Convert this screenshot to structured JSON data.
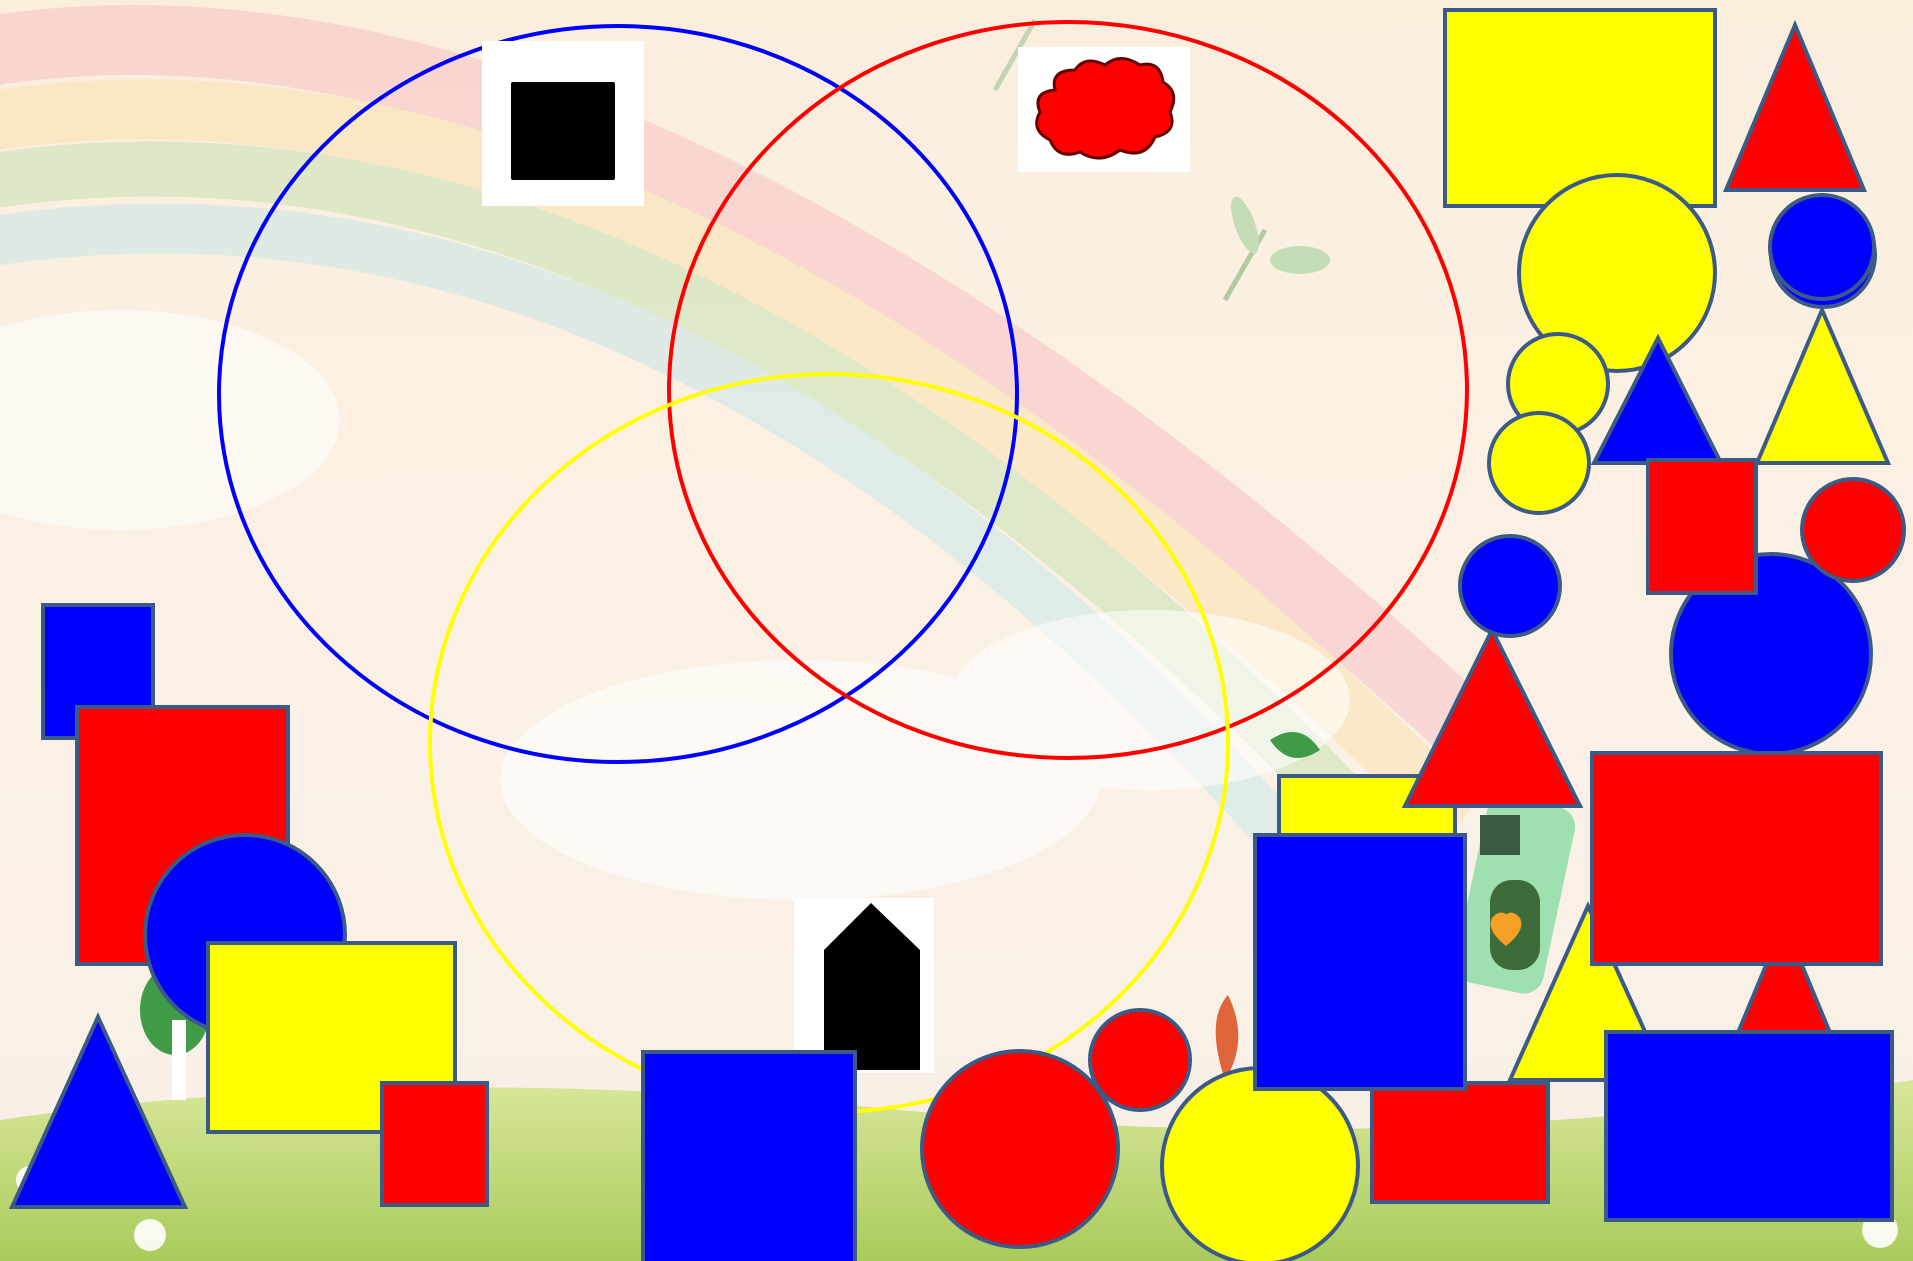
{
  "colors": {
    "blue": "#0000ff",
    "red": "#ff0000",
    "yellow": "#ffff00",
    "black": "#000000",
    "outline": "#3b5a86",
    "background_top": "#fbeedd",
    "grass": "#c8dc7a"
  },
  "venn": [
    {
      "name": "blue-circle-set",
      "color": "#0000ff",
      "label_icon": "black-square-icon"
    },
    {
      "name": "red-circle-set",
      "color": "#ff0000",
      "label_icon": "red-cloud-icon"
    },
    {
      "name": "yellow-circle-set",
      "color": "#ffff00",
      "label_icon": "black-house-pentagon-icon"
    }
  ],
  "draggable_shapes": [
    {
      "kind": "rectangle",
      "color": "blue"
    },
    {
      "kind": "rectangle",
      "color": "red"
    },
    {
      "kind": "circle",
      "color": "blue"
    },
    {
      "kind": "rectangle",
      "color": "yellow"
    },
    {
      "kind": "rectangle",
      "color": "red"
    },
    {
      "kind": "triangle",
      "color": "blue"
    },
    {
      "kind": "rectangle",
      "color": "blue"
    },
    {
      "kind": "circle",
      "color": "red"
    },
    {
      "kind": "circle",
      "color": "red"
    },
    {
      "kind": "circle",
      "color": "yellow"
    },
    {
      "kind": "rectangle",
      "color": "yellow"
    },
    {
      "kind": "rectangle",
      "color": "red"
    },
    {
      "kind": "rectangle",
      "color": "blue"
    },
    {
      "kind": "triangle",
      "color": "red"
    },
    {
      "kind": "circle",
      "color": "blue"
    },
    {
      "kind": "triangle",
      "color": "yellow"
    },
    {
      "kind": "triangle",
      "color": "red"
    },
    {
      "kind": "rectangle",
      "color": "red"
    },
    {
      "kind": "rectangle",
      "color": "blue"
    },
    {
      "kind": "rectangle",
      "color": "yellow"
    },
    {
      "kind": "triangle",
      "color": "red"
    },
    {
      "kind": "circle",
      "color": "yellow"
    },
    {
      "kind": "circle",
      "color": "blue"
    },
    {
      "kind": "triangle",
      "color": "blue"
    },
    {
      "kind": "circle",
      "color": "yellow"
    },
    {
      "kind": "circle",
      "color": "yellow"
    },
    {
      "kind": "triangle",
      "color": "yellow"
    },
    {
      "kind": "rectangle",
      "color": "red"
    },
    {
      "kind": "circle",
      "color": "red"
    },
    {
      "kind": "circle",
      "color": "blue"
    },
    {
      "kind": "circle",
      "color": "blue"
    }
  ]
}
